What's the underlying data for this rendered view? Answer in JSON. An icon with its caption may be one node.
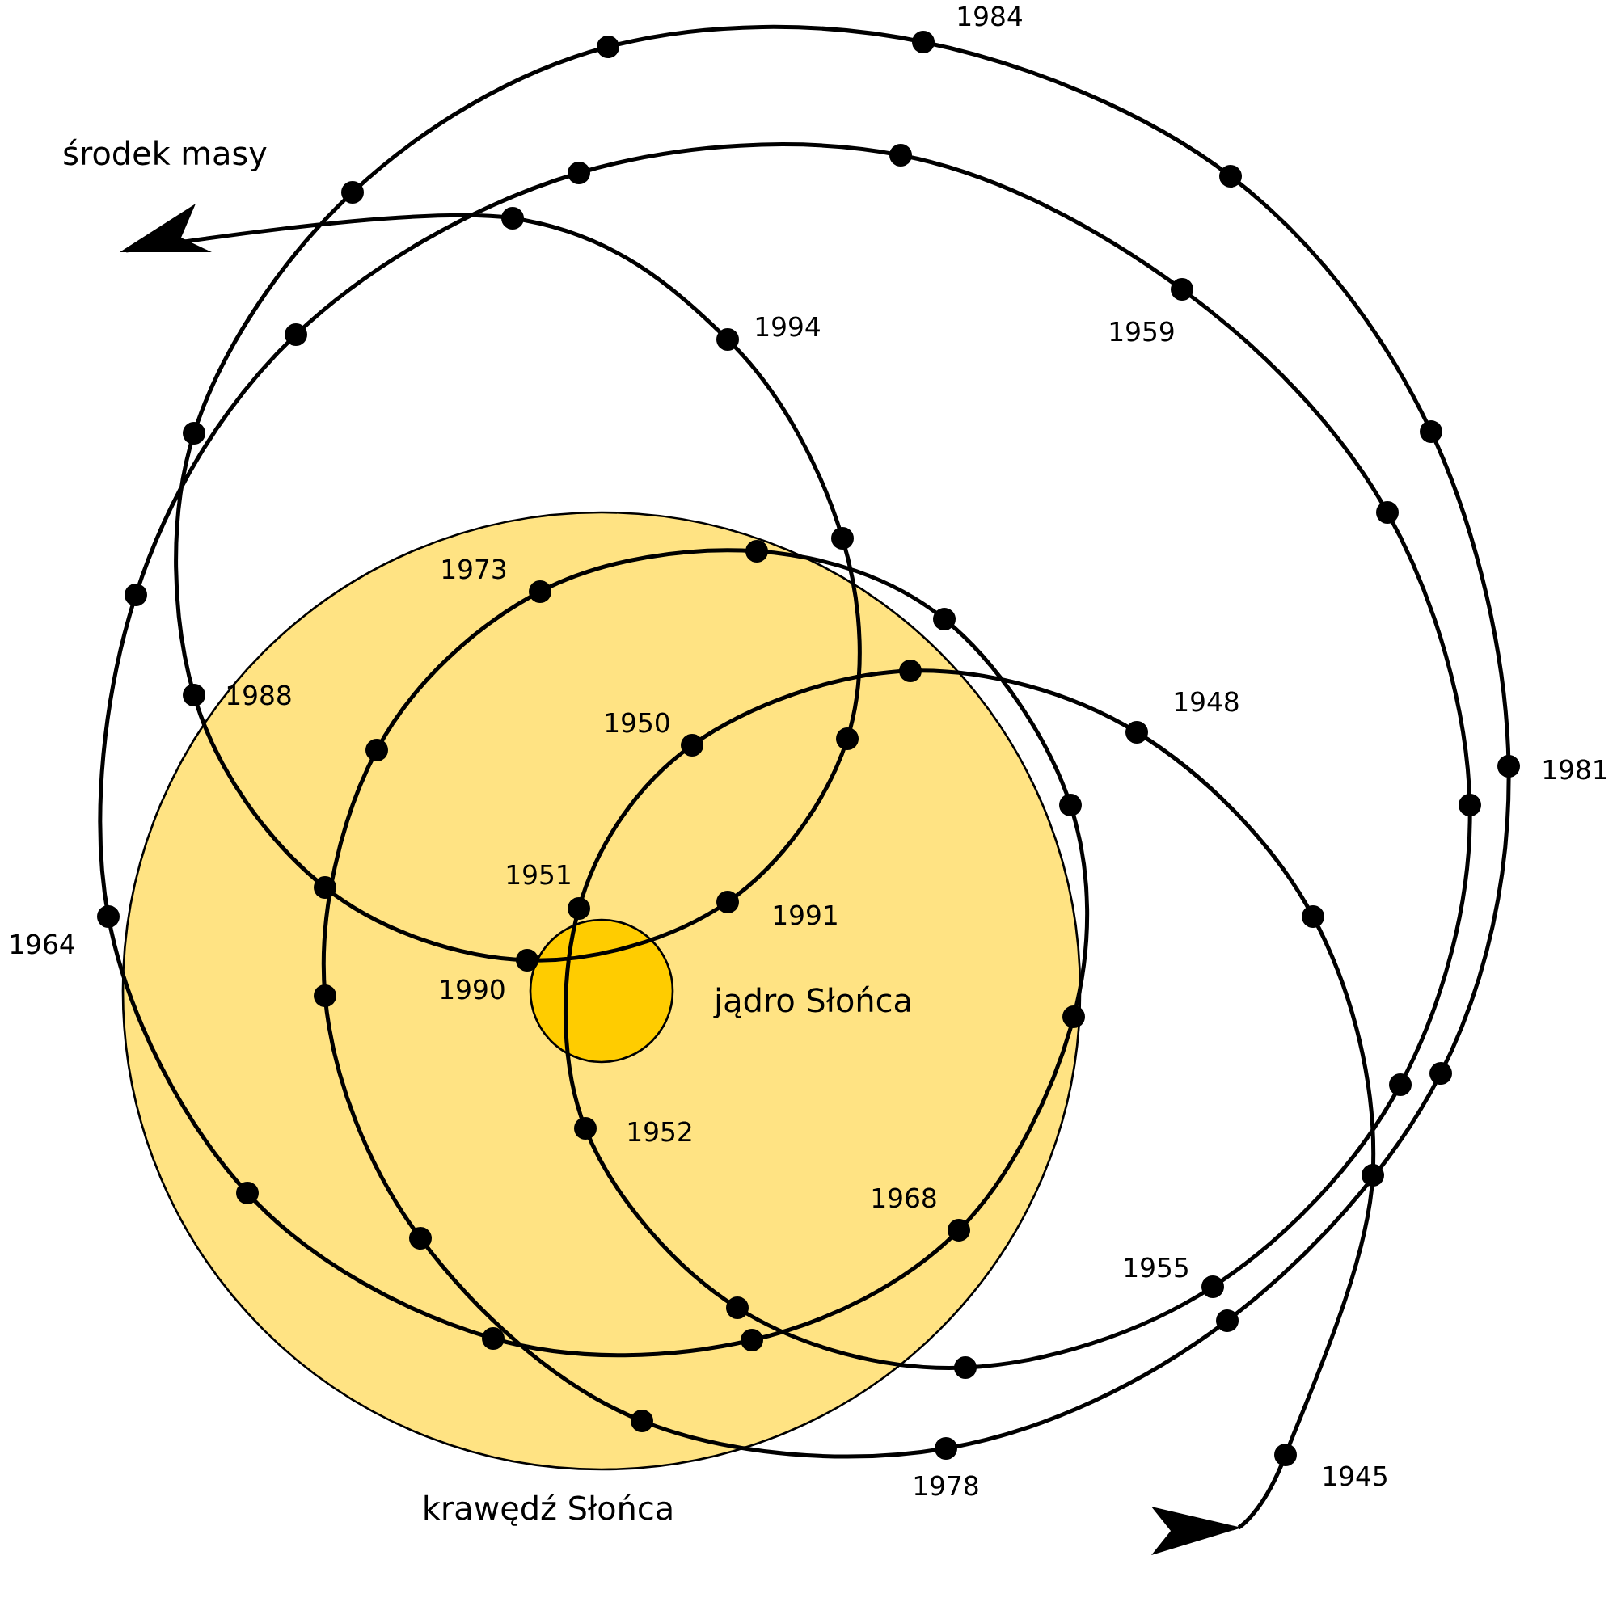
{
  "diagram": {
    "nodes": [
      {
        "text": [
          "krawędź Słońca"
        ]
      },
      {
        "text": [
          "jądro Słońca"
        ],
        "in": 0
      }
    ],
    "labels": [
      "środek masy",
      "1984",
      "1994",
      "1959",
      "1973",
      "1988",
      "1948",
      "1950",
      "1981",
      "1951",
      "1991",
      "1964",
      "1990",
      "1952",
      "1968",
      "1955",
      "1945",
      "1978"
    ]
  }
}
